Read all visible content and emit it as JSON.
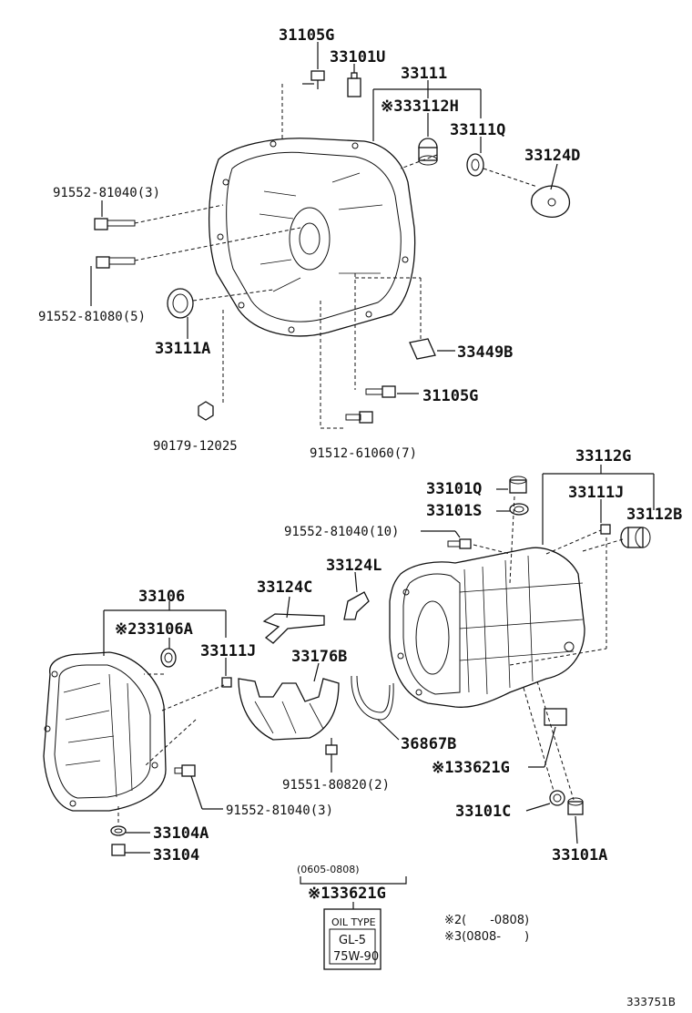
{
  "labels": {
    "l_31105G_top": "31105G",
    "l_33101U": "33101U",
    "l_33111": "33111",
    "l_33112H": "※333112H",
    "l_33111Q": "33111Q",
    "l_33124D": "33124D",
    "l_91552_81040_3_top": "91552-81040(3)",
    "l_91552_81080_5": "91552-81080(5)",
    "l_33111A": "33111A",
    "l_33449B": "33449B",
    "l_31105G_mid": "31105G",
    "l_90179_12025": "90179-12025",
    "l_91512_61060_7": "91512-61060(7)",
    "l_33112G": "33112G",
    "l_33101Q": "33101Q",
    "l_33111J_right": "33111J",
    "l_33101S": "33101S",
    "l_33112B": "33112B",
    "l_91552_81040_10": "91552-81040(10)",
    "l_33124L": "33124L",
    "l_33124C": "33124C",
    "l_33106": "33106",
    "l_33106A": "※233106A",
    "l_33111J_left": "33111J",
    "l_33176B": "33176B",
    "l_36867B": "36867B",
    "l_33621G": "※133621G",
    "l_91551_80820_2": "91551-80820(2)",
    "l_91552_81040_3_bot": "91552-81040(3)",
    "l_33101C": "33101C",
    "l_33101A": "33101A",
    "l_33104A": "33104A",
    "l_33104": "33104"
  },
  "label_box": {
    "date_range": "(0605-0808)",
    "part": "※133621G",
    "oil_type": "OIL TYPE",
    "grade": "GL-5",
    "viscosity": "75W-90"
  },
  "footnotes": {
    "note2": "※2(　　-0808)",
    "note3": "※3(0808-　　)"
  },
  "figure_id": "333751B"
}
